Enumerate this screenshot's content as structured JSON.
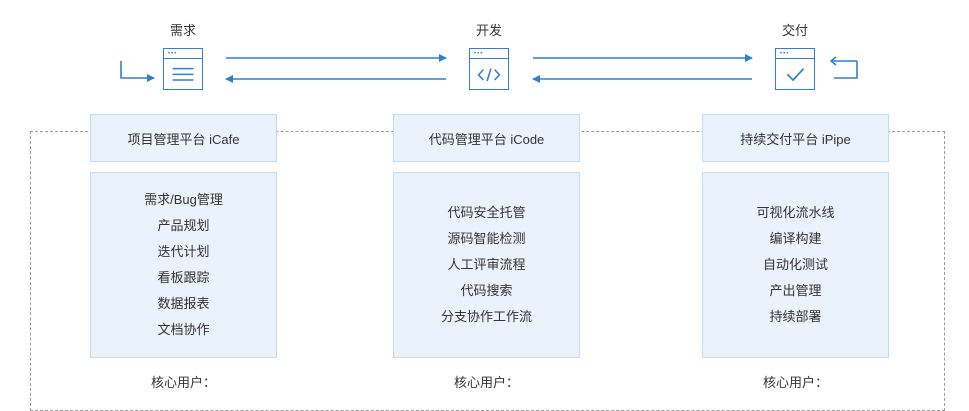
{
  "stages": [
    {
      "title": "需求"
    },
    {
      "title": "开发"
    },
    {
      "title": "交付"
    }
  ],
  "panels": [
    {
      "name": "项目管理平台 iCafe",
      "items": [
        "需求/Bug管理",
        "产品规划",
        "迭代计划",
        "看板跟踪",
        "数据报表",
        "文档协作"
      ],
      "users_label": "核心用户："
    },
    {
      "name": "代码管理平台 iCode",
      "items": [
        "代码安全托管",
        "源码智能检测",
        "人工评审流程",
        "代码搜索",
        "分支协作工作流"
      ],
      "users_label": "核心用户："
    },
    {
      "name": "持续交付平台 iPipe",
      "items": [
        "可视化流水线",
        "编译构建",
        "自动化测试",
        "产出管理",
        "持续部署"
      ],
      "users_label": "核心用户："
    }
  ],
  "icons": [
    "document-list-icon",
    "code-icon",
    "checkmark-icon"
  ],
  "colors": {
    "accent": "#2f7fd6",
    "panel_bg": "#eaf2fc",
    "panel_border": "#c4dbf4"
  }
}
